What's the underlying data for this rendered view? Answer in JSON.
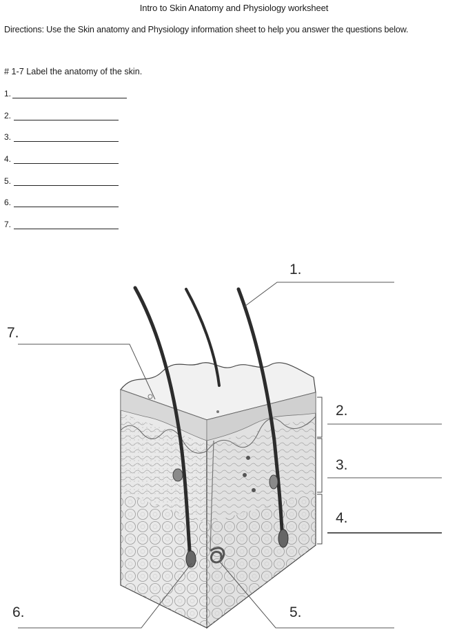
{
  "worksheet": {
    "title": "Intro to Skin Anatomy and Physiology worksheet",
    "directions": "Directions: Use the Skin anatomy and Physiology information sheet to help you answer the questions below.",
    "section_heading": "# 1-7 Label the anatomy of the skin.",
    "answers": [
      {
        "number": "1.",
        "value": ""
      },
      {
        "number": "2.",
        "value": ""
      },
      {
        "number": "3.",
        "value": ""
      },
      {
        "number": "4.",
        "value": ""
      },
      {
        "number": "5.",
        "value": ""
      },
      {
        "number": "6.",
        "value": ""
      },
      {
        "number": "7.",
        "value": ""
      }
    ]
  },
  "diagram": {
    "labels": {
      "l1": "1.",
      "l2": "2.",
      "l3": "3.",
      "l4": "4.",
      "l5": "5.",
      "l6": "6.",
      "l7": "7."
    }
  }
}
